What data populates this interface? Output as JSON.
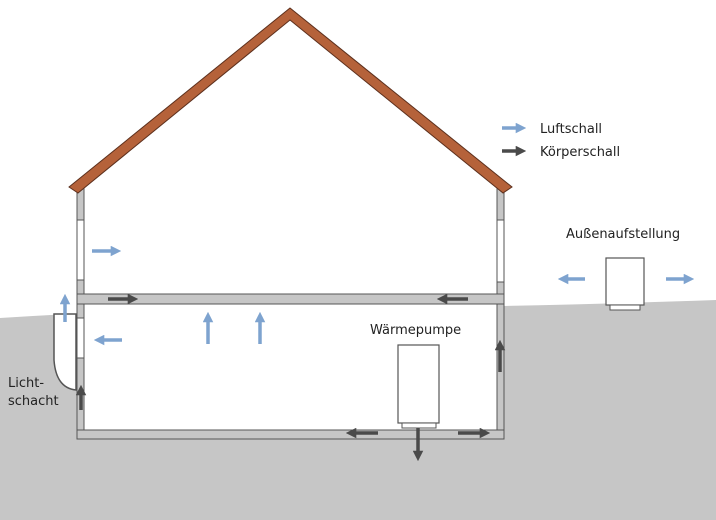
{
  "colors": {
    "air_sound": "#7ea3cf",
    "structure_sound": "#4a4a4a",
    "ground": "#c6c6c6",
    "wall": "#c6c6c6",
    "wall_edge": "#555555",
    "roof": "#b5623a",
    "roof_edge": "#5c2f1c"
  },
  "legend": {
    "air_sound_label": "Luftschall",
    "structure_sound_label": "Körperschall"
  },
  "labels": {
    "outdoor": "Außenaufstellung",
    "heat_pump": "Wärmepumpe",
    "light_shaft_line1": "Licht-",
    "light_shaft_line2": "schacht"
  },
  "icons": {
    "air_arrow": "arrow-icon",
    "structure_arrow": "arrow-icon"
  }
}
